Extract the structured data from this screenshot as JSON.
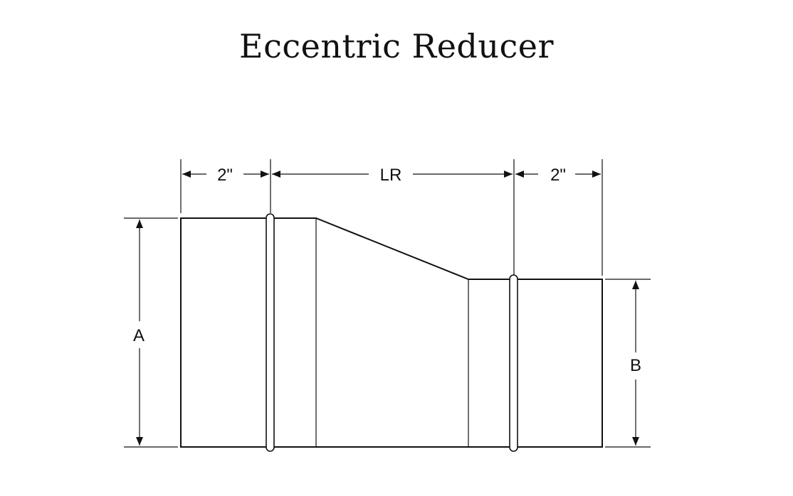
{
  "title": "Eccentric Reducer",
  "dimensions": {
    "left_collar": "2\"",
    "reducer_length": "LR",
    "right_collar": "2\"",
    "large_diameter": "A",
    "small_diameter": "B"
  }
}
